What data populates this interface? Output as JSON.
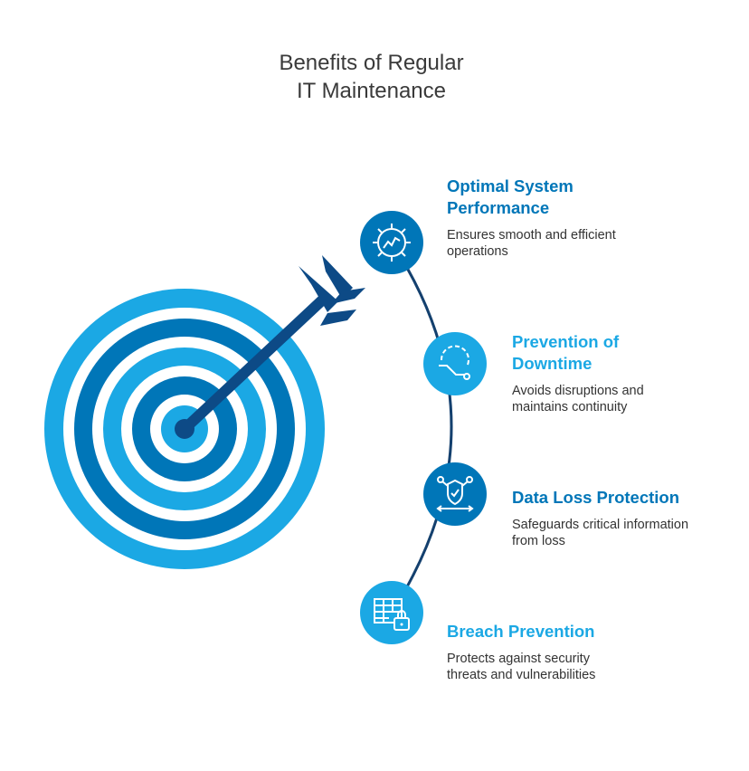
{
  "title": {
    "line1": "Benefits of Regular",
    "line2": "IT Maintenance"
  },
  "colors": {
    "dark_blue": "#0076b8",
    "light_blue": "#1ba8e4",
    "arrow": "#0d4a86",
    "path": "#14406e",
    "text": "#333333"
  },
  "items": [
    {
      "head1": "Optimal System",
      "head2": "Performance",
      "desc1": "Ensures smooth and efficient",
      "desc2": "operations",
      "icon": "gear-chart-icon",
      "color": "#0076b8"
    },
    {
      "head1": "Prevention of",
      "head2": "Downtime",
      "desc1": "Avoids disruptions and",
      "desc2": "maintains continuity",
      "icon": "downtime-chart-icon",
      "color": "#1ba8e4"
    },
    {
      "head1": "Data Loss Protection",
      "head2": "",
      "desc1": "Safeguards critical information",
      "desc2": "from loss",
      "icon": "shield-network-icon",
      "color": "#0076b8"
    },
    {
      "head1": "Breach Prevention",
      "head2": "",
      "desc1": "Protects against security",
      "desc2": "threats and vulnerabilities",
      "icon": "table-lock-icon",
      "color": "#1ba8e4"
    }
  ]
}
